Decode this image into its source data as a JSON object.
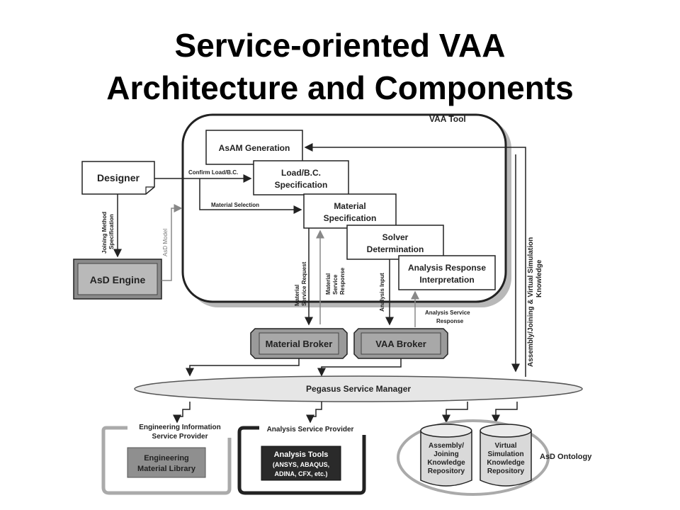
{
  "slide": {
    "title_line1": "Service-oriented VAA",
    "title_line2": "Architecture and Components"
  },
  "diagram": {
    "vaa_tool": "VAA Tool",
    "designer": "Designer",
    "asd_engine": "AsD Engine",
    "asam_generation": "AsAM Generation",
    "load_bc_spec": [
      "Load/B.C.",
      "Specification"
    ],
    "material_spec": [
      "Material",
      "Specification"
    ],
    "solver_det": [
      "Solver",
      "Determination"
    ],
    "analysis_resp": [
      "Analysis Response",
      "Interpretation"
    ],
    "confirm_load": "Confirm Load/B.C.",
    "material_selection": "Material Selection",
    "joining_method": [
      "Joining Method",
      "Specification"
    ],
    "asd_model": "AsD Model",
    "material_service_request": [
      "Material",
      "Service Request"
    ],
    "material_service_response": [
      "Material",
      "Service",
      "Response"
    ],
    "analysis_input": "Analysis Input",
    "analysis_service_response": [
      "Analysis Service",
      "Response"
    ],
    "assembly_knowledge": [
      "Assembly/Joining & Virtual Simulation",
      "Knowledge"
    ],
    "material_broker": "Material Broker",
    "vaa_broker": "VAA Broker",
    "pegasus": "Pegasus Service Manager",
    "eng_info_provider": [
      "Engineering Information",
      "Service Provider"
    ],
    "eng_material_library": [
      "Engineering",
      "Material Library"
    ],
    "analysis_service_provider": "Analysis Service Provider",
    "analysis_tools": [
      "Analysis Tools",
      "(ANSYS, ABAQUS,",
      "ADINA, CFX, etc.)"
    ],
    "assembly_repo": [
      "Assembly/",
      "Joining",
      "Knowledge",
      "Repository"
    ],
    "virtual_repo": [
      "Virtual",
      "Simulation",
      "Knowledge",
      "Repository"
    ],
    "asd_ontology": "AsD Ontology"
  }
}
